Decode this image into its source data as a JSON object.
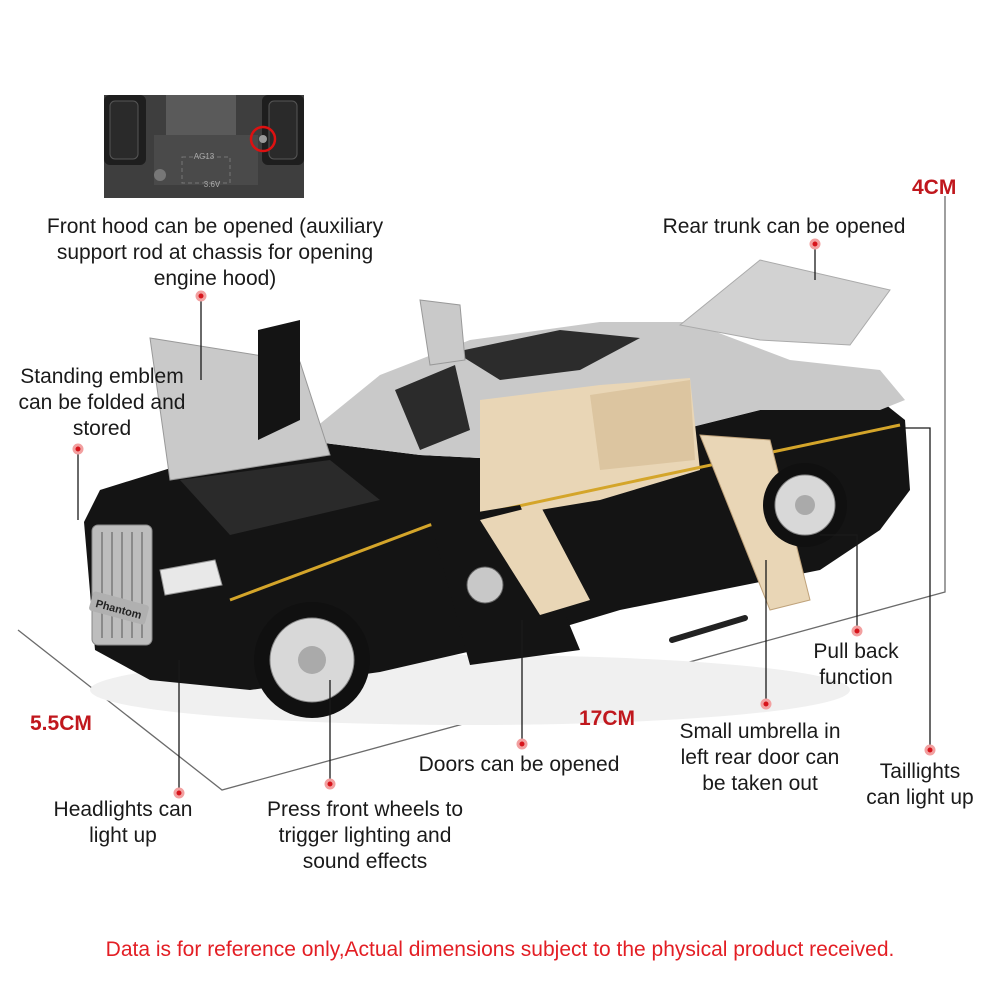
{
  "labels": {
    "front_hood": [
      "Front hood can be opened (auxiliary",
      "support rod at chassis for opening",
      "engine hood)"
    ],
    "standing_emblem": [
      "Standing emblem",
      "can be folded and",
      "stored"
    ],
    "rear_trunk": "Rear trunk can be opened",
    "headlights": [
      "Headlights can",
      "light up"
    ],
    "front_wheels": [
      "Press front wheels to",
      "trigger lighting and",
      "sound effects"
    ],
    "doors": "Doors can be opened",
    "umbrella": [
      "Small umbrella in",
      "left rear door can",
      "be taken out"
    ],
    "pull_back": [
      "Pull back",
      "function"
    ],
    "taillights": [
      "Taillights",
      "can light up"
    ]
  },
  "dimensions": {
    "height": "4CM",
    "width": "5.5CM",
    "length": "17CM"
  },
  "inset": {
    "battery_code": "AG13",
    "battery_label": "3.6V"
  },
  "car": {
    "plate": "Phantom"
  },
  "colors": {
    "accent_red": "#c0171d",
    "note_red": "#e31e24",
    "car_black": "#141414",
    "car_silver": "#c9c9c9",
    "interior": "#e9d6b6",
    "gold_stripe": "#d4a52a"
  },
  "footer_note": "Data is for reference only,Actual dimensions subject to the physical product received."
}
